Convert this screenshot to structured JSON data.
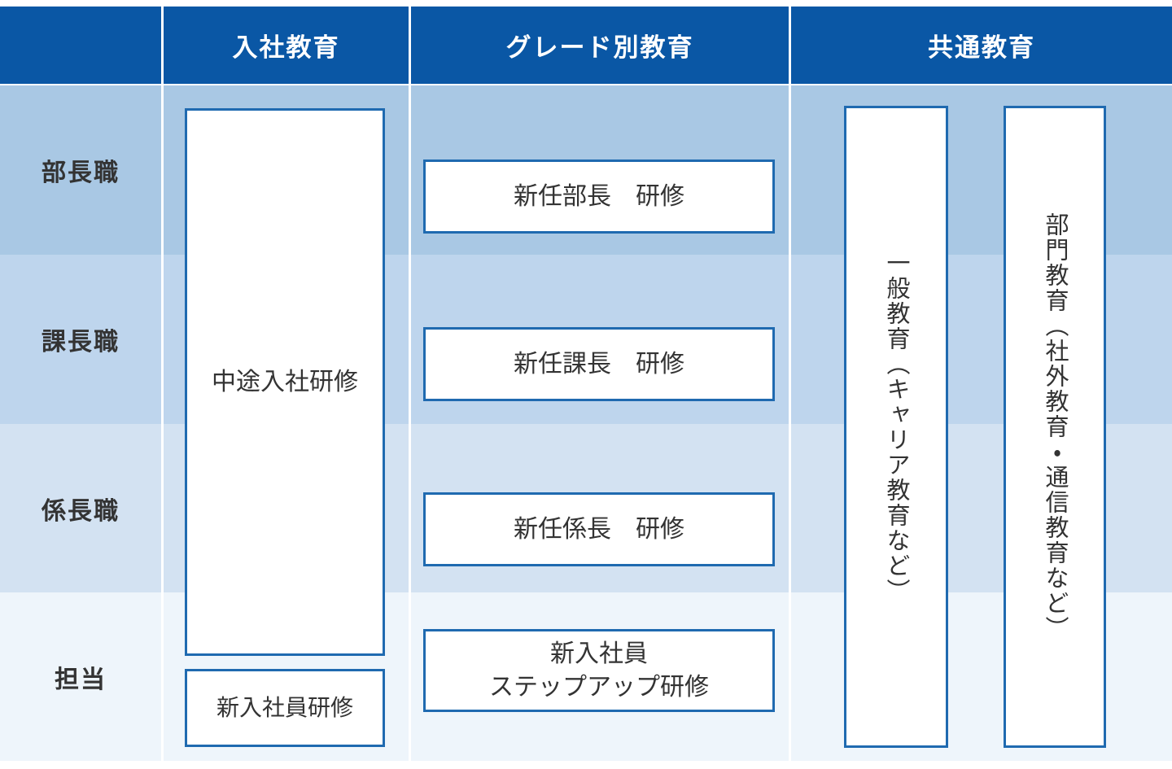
{
  "header": {
    "corner_label": "",
    "columns": [
      {
        "label": "入社教育"
      },
      {
        "label": "グレード別教育"
      },
      {
        "label": "共通教育"
      }
    ]
  },
  "rows": [
    {
      "label": "部長職",
      "band_color": "#a9c8e4"
    },
    {
      "label": "課長職",
      "band_color": "#bed5ed"
    },
    {
      "label": "係長職",
      "band_color": "#d3e2f2"
    },
    {
      "label": "担当",
      "band_color": "#eef5fb"
    }
  ],
  "boxes": {
    "midcareer": {
      "label": "中途入社研修"
    },
    "newgrad": {
      "label": "新入社員研修"
    },
    "new_bucho": {
      "label": "新任部長　研修"
    },
    "new_kacho": {
      "label": "新任課長　研修"
    },
    "new_kakaricho": {
      "label": "新任係長　研修"
    },
    "stepup_line1": {
      "label": "新入社員"
    },
    "stepup_line2": {
      "label": "ステップアップ研修"
    },
    "general": {
      "label": "一般教育（キャリア教育など）"
    },
    "division": {
      "label": "部門教育（社外教育・通信教育など）"
    }
  },
  "colors": {
    "header_blue": "#0a57a5",
    "box_border": "#1f6ab0",
    "box_fill": "#ffffff",
    "text": "#333333",
    "header_text": "#ffffff",
    "separator": "#ffffff"
  }
}
